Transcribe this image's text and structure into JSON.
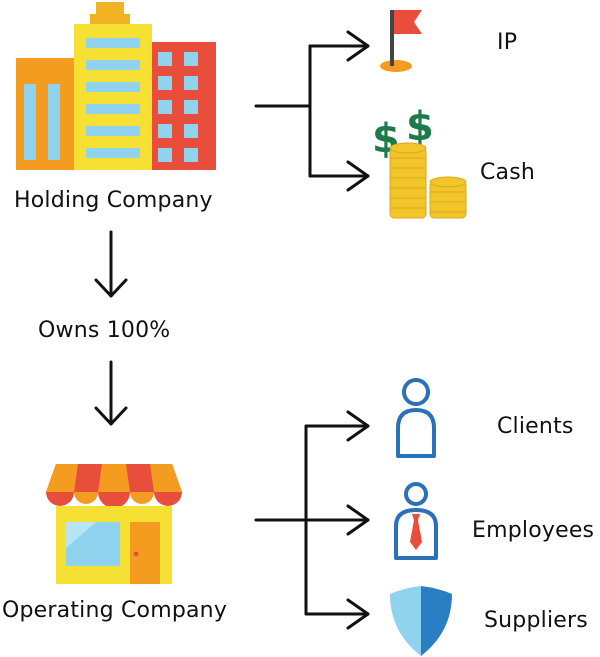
{
  "holding": {
    "label": "Holding Company"
  },
  "ownership": {
    "label": "Owns 100%"
  },
  "operating": {
    "label": "Operating Company"
  },
  "holding_assets": [
    {
      "label": "IP",
      "icon": "flag-icon"
    },
    {
      "label": "Cash",
      "icon": "cash-icon"
    }
  ],
  "operating_parties": [
    {
      "label": "Clients",
      "icon": "client-person-icon"
    },
    {
      "label": "Employees",
      "icon": "employee-person-icon"
    },
    {
      "label": "Suppliers",
      "icon": "shield-icon"
    }
  ],
  "colors": {
    "building_yellow": "#f5e033",
    "building_orange": "#f39c1f",
    "building_red": "#e94e3c",
    "window_blue": "#8fd3ee",
    "person_blue": "#2a71b8",
    "tie_red": "#e94e3c",
    "coin_gold": "#f2c62a",
    "dollar_green": "#1f7a4a",
    "shield_light": "#8fd3ee",
    "shield_dark": "#2a7fc4"
  }
}
